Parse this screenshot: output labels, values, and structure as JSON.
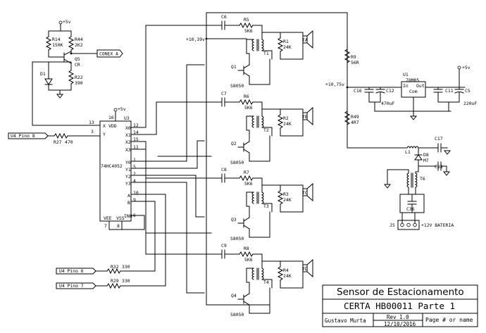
{
  "supplies": {
    "vcc5": "+5v",
    "v10_39": "+10,39v",
    "v10_75": "+10,75v",
    "bat12": "+12V BATERIA"
  },
  "connectors": {
    "conex_a": "CONEX A",
    "u4_pino8": "U4 Pino 8",
    "u4_pino6": "U4 Pino 6",
    "u4_pino7": "U4 Pino 7",
    "j5": "J5"
  },
  "mux": {
    "ref": "U3",
    "part": "74HC4052",
    "pins_left": [
      {
        "num": "13",
        "name": "X"
      },
      {
        "num": "3",
        "name": "Y"
      }
    ],
    "pins_top": {
      "num": "16",
      "name": "VDD"
    },
    "pins_bottom": [
      {
        "num": "7",
        "name": "VEE"
      },
      {
        "num": "8",
        "name": "VSS"
      }
    ],
    "pins_right": [
      {
        "num": "12",
        "name": "X0"
      },
      {
        "num": "14",
        "name": "X1"
      },
      {
        "num": "15",
        "name": "X2"
      },
      {
        "num": "11",
        "name": "X3"
      },
      {
        "num": "1",
        "name": "Y0"
      },
      {
        "num": "5",
        "name": "Y1"
      },
      {
        "num": "2",
        "name": "Y2"
      },
      {
        "num": "4",
        "name": "Y3"
      },
      {
        "num": "10",
        "name": "A"
      },
      {
        "num": "9",
        "name": "B"
      },
      {
        "num": "6",
        "name": "INH"
      }
    ]
  },
  "left_section": {
    "r14": {
      "ref": "R14",
      "val": "150K"
    },
    "r44": {
      "ref": "R44",
      "val": "2K2"
    },
    "q5": {
      "ref": "Q5",
      "val": "CR"
    },
    "r22": {
      "ref": "R22",
      "val": "390"
    },
    "d1": {
      "ref": "D1"
    },
    "r27": {
      "ref": "R27",
      "val": "470"
    },
    "r32": {
      "ref": "R32",
      "val": "330"
    },
    "r29": {
      "ref": "R29",
      "val": "330"
    }
  },
  "channels": [
    {
      "cap": "C6",
      "res": "R5",
      "res_val": "5K6",
      "q": "Q1",
      "q_part": "S8050",
      "t": "T1",
      "rl": "R1",
      "rl_val": "24K",
      "spk": "TA"
    },
    {
      "cap": "C7",
      "res": "R6",
      "res_val": "5K6",
      "q": "Q2",
      "q_part": "S8050",
      "t": "T2",
      "rl": "R2",
      "rl_val": "24K",
      "spk": "TB"
    },
    {
      "cap": "C8",
      "res": "R7",
      "res_val": "5K6",
      "q": "Q3",
      "q_part": "S8050",
      "t": "T3",
      "rl": "R3",
      "rl_val": "24K",
      "spk": "TC"
    },
    {
      "cap": "C9",
      "res": "R8",
      "res_val": "5K6",
      "q": "Q4",
      "q_part": "S8050",
      "t": "T4",
      "rl": "R4",
      "rl_val": "24K",
      "spk": "TD"
    }
  ],
  "power": {
    "r9": {
      "ref": "R9",
      "val": "56R"
    },
    "r49": {
      "ref": "R49",
      "val": "4R7"
    },
    "u1": {
      "ref": "U1",
      "part": "78M05",
      "in": "In",
      "out": "Out",
      "com": "Com"
    },
    "c16": "C16",
    "c12": {
      "ref": "C12",
      "val": "470uF"
    },
    "c11": "C11",
    "c5": {
      "ref": "C5",
      "val": "220uF"
    },
    "c17": "C17",
    "l1": "L1",
    "d8": {
      "ref": "D8",
      "val": "M7"
    },
    "c88": "C88",
    "t6": "T6",
    "c36": "C36"
  },
  "title_block": {
    "title": "Sensor de Estacionamento",
    "subtitle": "CERTA HB00011 Parte 1",
    "author": "Gustavo Murta",
    "rev": "Rev 1.0",
    "date": "12/10/2016",
    "page": "Page # or name"
  }
}
